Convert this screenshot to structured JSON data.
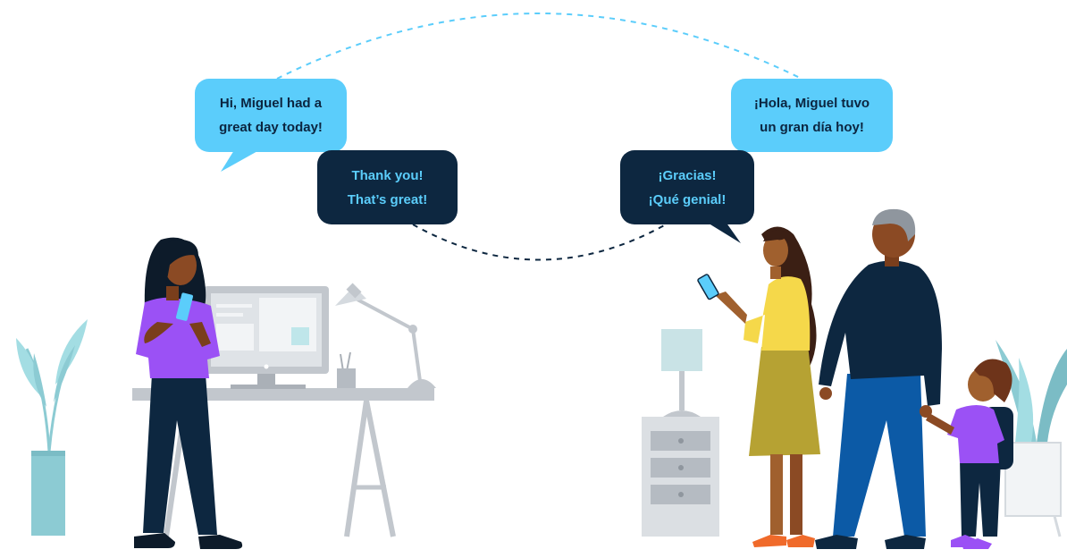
{
  "teacher_message": {
    "line1": "Hi, Miguel had a",
    "line2": "great day today!"
  },
  "teacher_reply_received": {
    "line1": "Thank you!",
    "line2": "That’s great!"
  },
  "family_message_received": {
    "line1": "¡Hola, Miguel tuvo",
    "line2": "un gran día hoy!"
  },
  "family_reply": {
    "line1": "¡Gracias!",
    "line2": "¡Qué genial!"
  },
  "colors": {
    "light_bubble": "#5bcdfb",
    "dark_bubble": "#0d2740",
    "purple": "#9b51f5",
    "navy": "#0d2740",
    "furniture_grey": "#c2c7cd",
    "plant_teal": "#8ccbd3",
    "yellow": "#f5d84a",
    "olive": "#b6a233",
    "blue_jeans": "#0c5aa6"
  },
  "icons": [
    "dashed-arc-connector",
    "desk-computer-icon",
    "desk-lamp-icon",
    "plant-icon",
    "phone-icon",
    "nightstand-icon"
  ]
}
